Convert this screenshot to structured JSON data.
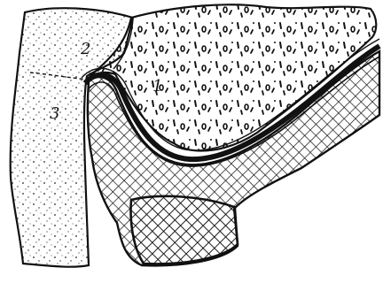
{
  "labels": {
    "one": "1",
    "two": "2",
    "three": "3"
  },
  "colors": {
    "ink": "#111111",
    "paper": "#ffffff"
  }
}
